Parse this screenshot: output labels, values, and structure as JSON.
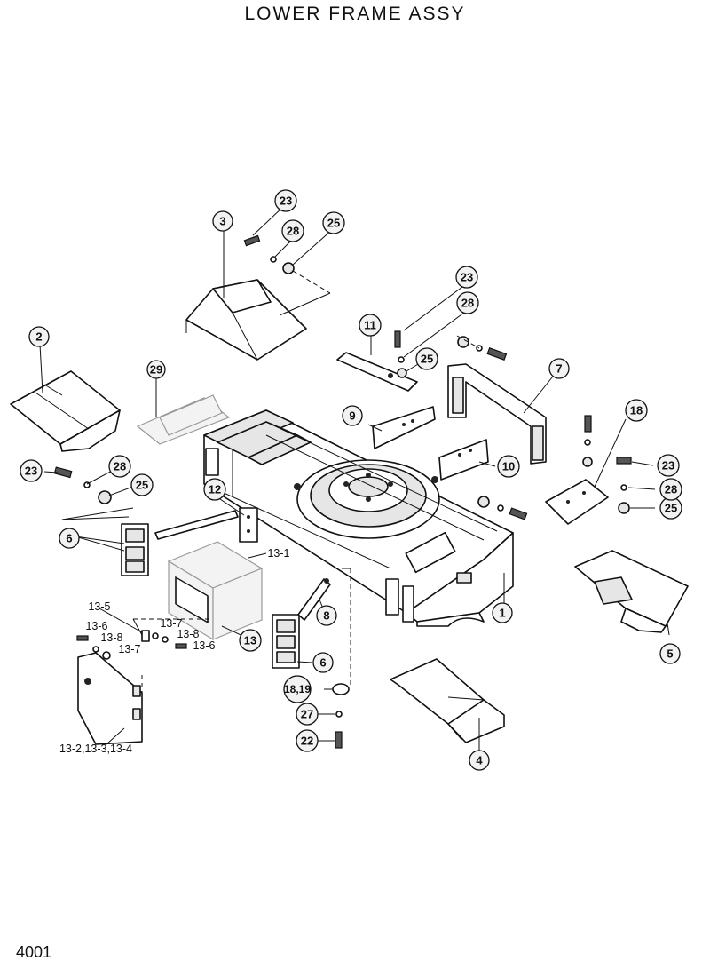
{
  "title": "LOWER FRAME ASSY",
  "page_number": "4001",
  "callouts": {
    "c1": "1",
    "c2": "2",
    "c3": "3",
    "c4": "4",
    "c5": "5",
    "c6a": "6",
    "c6b": "6",
    "c7": "7",
    "c8": "8",
    "c9": "9",
    "c10": "10",
    "c11": "11",
    "c12": "12",
    "c13": "13",
    "c18": "18",
    "c18_19": "18,19",
    "c22": "22",
    "c23a": "23",
    "c23b": "23",
    "c23c": "23",
    "c23d": "23",
    "c25a": "25",
    "c25b": "25",
    "c25c": "25",
    "c25d": "25",
    "c27": "27",
    "c28a": "28",
    "c28b": "28",
    "c28c": "28",
    "c28d": "28",
    "c29": "29"
  },
  "sub_labels": {
    "s13_1": "13-1",
    "s13_5": "13-5",
    "s13_6a": "13-6",
    "s13_8a": "13-8",
    "s13_7a": "13-7",
    "s13_7b": "13-7",
    "s13_8b": "13-8",
    "s13_6b": "13-6",
    "s13_234": "13-2,13-3,13-4"
  }
}
